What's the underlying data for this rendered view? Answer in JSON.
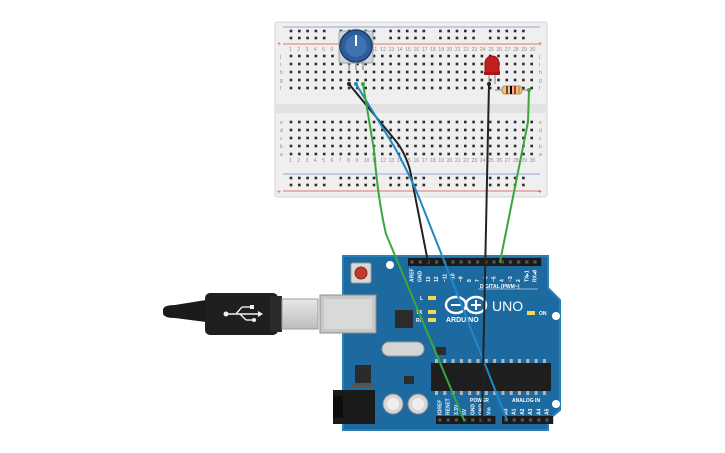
{
  "board": {
    "model": "UNO",
    "brand": "ARDUINO",
    "header_digital": "DIGITAL (PWM~)",
    "header_power": "POWER",
    "header_analog": "ANALOG IN",
    "on_label": "ON",
    "tx_label": "TX",
    "rx_label": "RX",
    "l_label": "L",
    "digital_pins": [
      "AREF",
      "GND",
      "13",
      "12",
      "~11",
      "~10",
      "~9",
      "8",
      "7",
      "~6",
      "~5",
      "4",
      "~3",
      "2",
      "TX▸1",
      "RX◂0"
    ],
    "power_pins": [
      "IOREF",
      "RESET",
      "3.3V",
      "5V",
      "GND",
      "GND",
      "Vin"
    ],
    "analog_pins": [
      "A0",
      "A1",
      "A2",
      "A3",
      "A4",
      "A5"
    ]
  },
  "breadboard": {
    "row_letters_top": [
      "j",
      "i",
      "h",
      "g",
      "f"
    ],
    "row_letters_bottom": [
      "e",
      "d",
      "c",
      "b",
      "a"
    ],
    "column_labels": [
      "1",
      "2",
      "3",
      "4",
      "5",
      "6",
      "7",
      "8",
      "9",
      "10",
      "11",
      "12",
      "13",
      "14",
      "15",
      "16",
      "17",
      "18",
      "19",
      "20",
      "21",
      "22",
      "23",
      "24",
      "25",
      "26",
      "27",
      "28",
      "29",
      "30"
    ]
  },
  "colors": {
    "board_blue": "#1d6aa0",
    "board_edge": "#2a80b9",
    "wire_black": "#222222",
    "wire_green": "#3aa63c",
    "wire_blue": "#1e88c8",
    "led_red": "#c41e1e",
    "rail_red": "#d94b4b",
    "rail_blue": "#6b8fc9",
    "pot_blue": "#2d5d9a"
  }
}
